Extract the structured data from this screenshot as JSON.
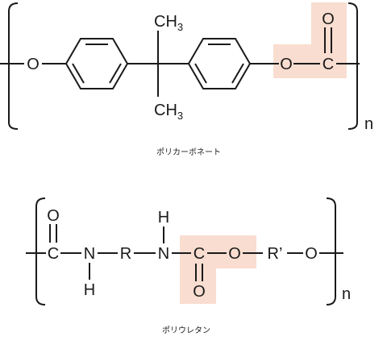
{
  "highlight_color": "#f8ddd0",
  "top": {
    "caption": "ポリカーボネート",
    "atoms": {
      "o_left": "O",
      "ch3_top": "CH",
      "ch3_top_sub": "3",
      "ch3_bottom": "CH",
      "ch3_bottom_sub": "3",
      "o_ester": "O",
      "c_carbonyl": "C",
      "o_double": "O"
    },
    "repeat": "n"
  },
  "bottom": {
    "caption": "ポリウレタン",
    "atoms": {
      "o_left_double": "O",
      "c_left": "C",
      "n_left": "N",
      "h_left": "H",
      "r": "R",
      "n_right": "N",
      "h_right": "H",
      "c_carbonyl": "C",
      "o_double": "O",
      "o_ester": "O",
      "r_prime": "R’",
      "o_right": "O"
    },
    "repeat": "n"
  }
}
